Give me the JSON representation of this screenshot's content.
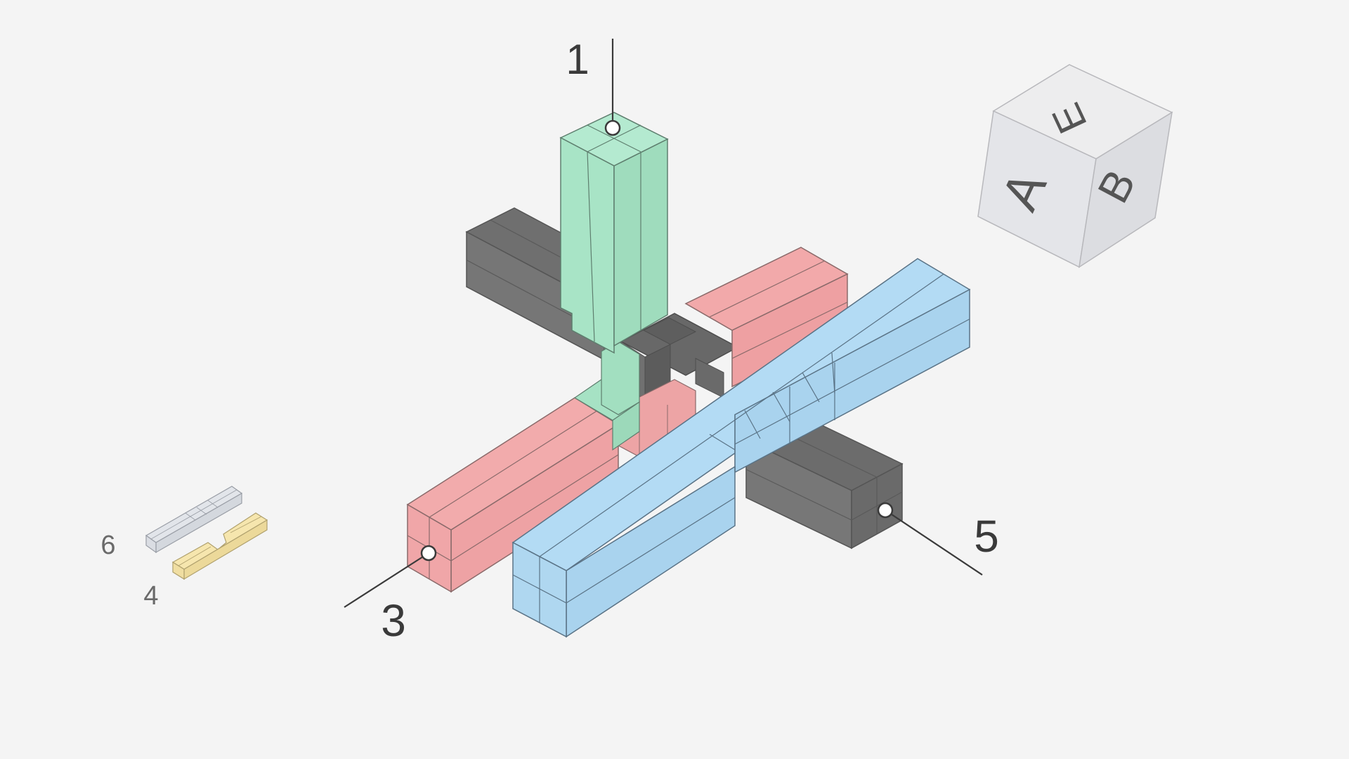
{
  "callouts": [
    {
      "id": "c1",
      "label": "1"
    },
    {
      "id": "c3",
      "label": "3"
    },
    {
      "id": "c5",
      "label": "5"
    }
  ],
  "view_cube": {
    "face_top": "E",
    "face_front": "A",
    "face_right": "B"
  },
  "legend": [
    {
      "id": "lg6",
      "label": "6",
      "color": "#d8dce2"
    },
    {
      "id": "lg4",
      "label": "4",
      "color": "#f4e2a8"
    }
  ],
  "pieces": {
    "green": "#a8e4c6",
    "red": "#f0aaab",
    "blue": "#afd8f2",
    "gray": "#7c7c7c"
  }
}
